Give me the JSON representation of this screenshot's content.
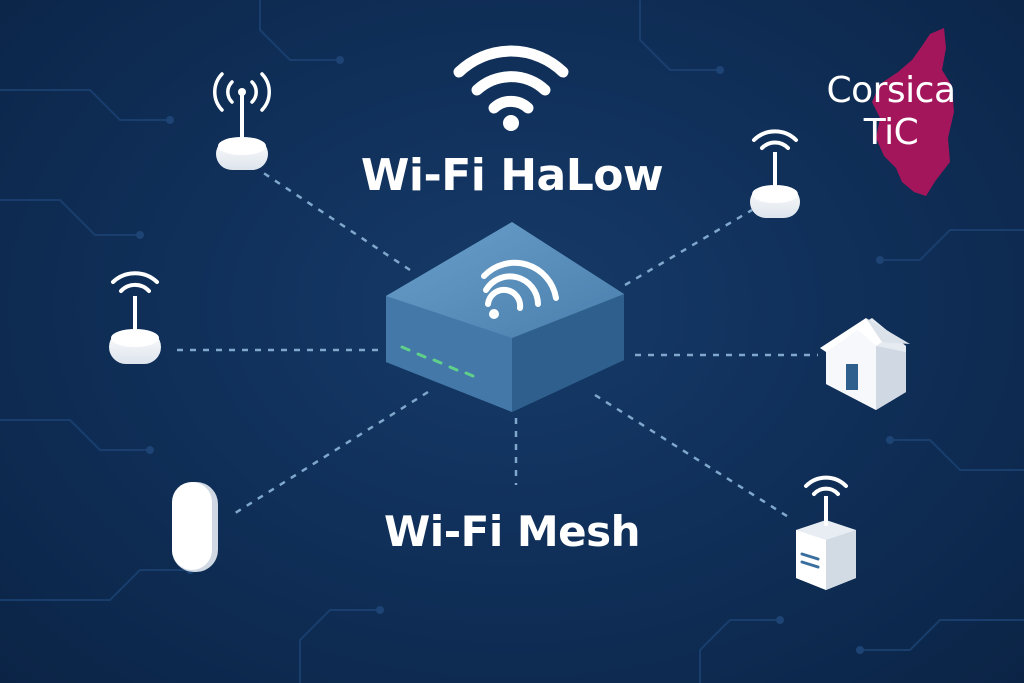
{
  "titles": {
    "top": "Wi-Fi HaLow",
    "bottom": "Wi-Fi Mesh"
  },
  "logo": {
    "line1": "Corsica",
    "line2": "TiC",
    "shape": "corsica-island",
    "color": "#a3165c"
  },
  "icons": {
    "top": "wifi-signal-icon",
    "hub": "wifi-mesh-router-icon",
    "nodes": [
      "access-point-icon",
      "access-point-icon",
      "access-point-icon",
      "house-icon",
      "sensor-device-icon",
      "gateway-box-icon"
    ]
  },
  "colors": {
    "background": "#10305a",
    "router": "#4a86b4",
    "led": "#5fd08a",
    "connector": "#7fa8cc",
    "device": "#f2f5f9"
  }
}
